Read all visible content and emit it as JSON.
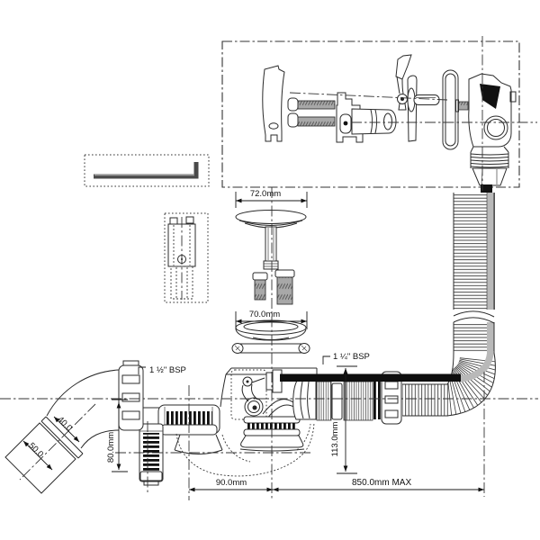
{
  "palette": {
    "ink": "#2b2b2b",
    "bar_black": "#0e0e0e",
    "cable_gray": "#b9b9b9",
    "metal_gray": "#a8a8a8",
    "background": "#ffffff"
  },
  "dimensions": {
    "plug_cap_width": "72.0mm",
    "waste_flange_width": "70.0mm",
    "trap_seal_depth": "80.0mm",
    "trap_centres": "90.0mm",
    "outlet_height": "113.0mm",
    "overflow_hose_length": "850.0mm MAX",
    "outlet_bore": "40.0",
    "outlet_sleeve": "50.0",
    "waste_thread": "1 ½\" BSP",
    "overflow_thread": "1 ¼\" BSP"
  }
}
